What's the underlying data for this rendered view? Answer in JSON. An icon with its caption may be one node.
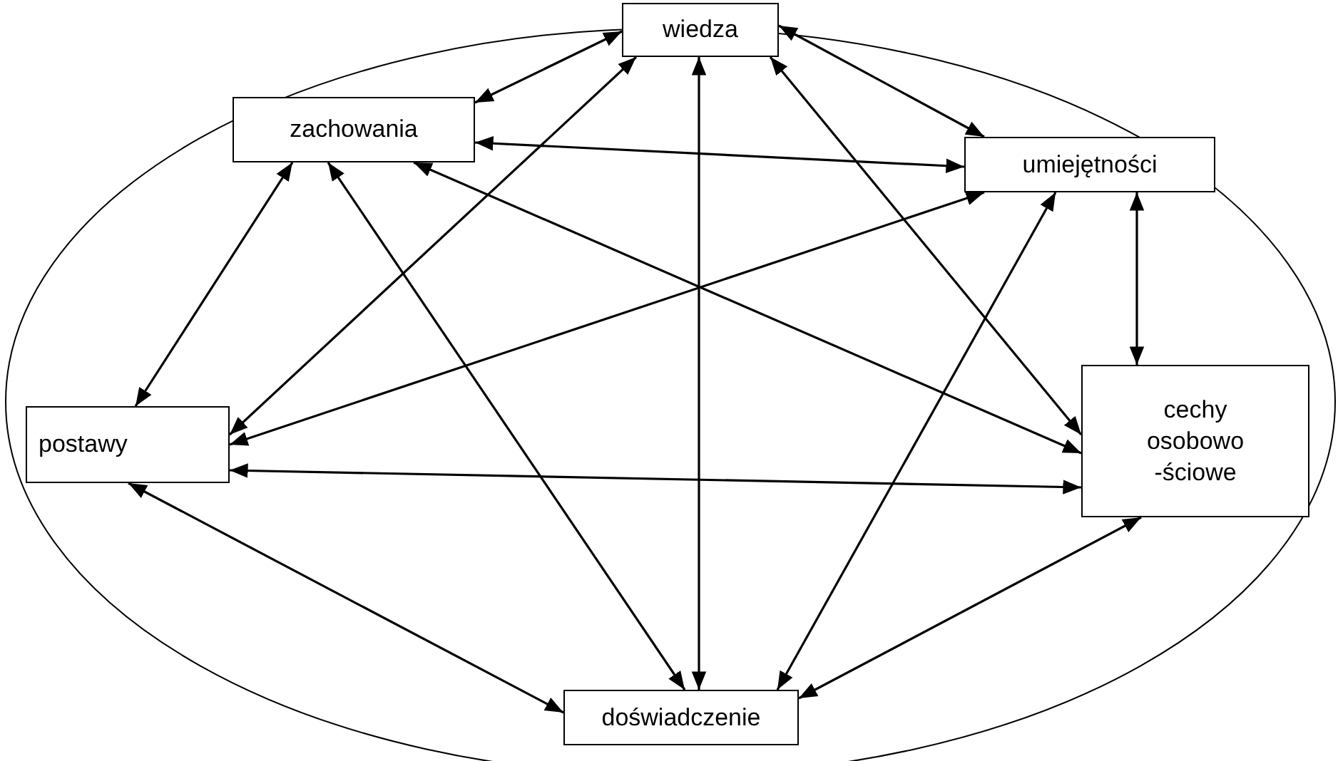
{
  "diagram": {
    "nodes": [
      {
        "text": [
          "wiedza"
        ]
      },
      {
        "text": [
          "zachowania"
        ]
      },
      {
        "text": [
          "umiejętności"
        ]
      },
      {
        "text": [
          "postawy"
        ]
      },
      {
        "text": [
          "cechy osobowo -ściowe"
        ]
      },
      {
        "text": [
          "doświadczenie"
        ]
      }
    ],
    "edges": [
      {
        "from": 0,
        "to": 1,
        "arrow": "both"
      },
      {
        "from": 0,
        "to": 2,
        "arrow": "both"
      },
      {
        "from": 0,
        "to": 5,
        "arrow": "both"
      },
      {
        "from": 0,
        "to": 4,
        "arrow": "both"
      },
      {
        "from": 0,
        "to": 3,
        "arrow": "both"
      },
      {
        "from": 1,
        "to": 2,
        "arrow": "both"
      },
      {
        "from": 1,
        "to": 3,
        "arrow": "both"
      },
      {
        "from": 1,
        "to": 5,
        "arrow": "both"
      },
      {
        "from": 1,
        "to": 4,
        "arrow": "both"
      },
      {
        "from": 2,
        "to": 3,
        "arrow": "both"
      },
      {
        "from": 2,
        "to": 4,
        "arrow": "both"
      },
      {
        "from": 2,
        "to": 5,
        "arrow": "both"
      },
      {
        "from": 3,
        "to": 4,
        "arrow": "both"
      },
      {
        "from": 3,
        "to": 5,
        "arrow": "both"
      },
      {
        "from": 4,
        "to": 5,
        "arrow": "both"
      }
    ]
  }
}
